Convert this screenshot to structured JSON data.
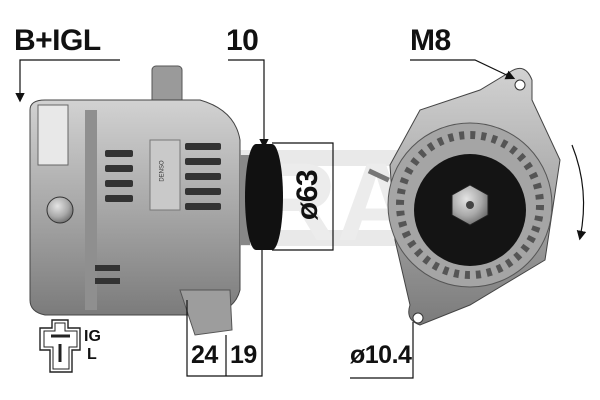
{
  "watermark": "ERA",
  "labels": {
    "terminal": "B+IGL",
    "groove_count": "10",
    "mount_thread": "M8",
    "pulley_diameter": "ø63",
    "offset_1": "24",
    "offset_2": "19",
    "hole_diameter": "ø10.4"
  },
  "connector": {
    "pin_1": "IG",
    "pin_2": "L"
  },
  "product_label": "DENSO",
  "rotation": "clockwise"
}
